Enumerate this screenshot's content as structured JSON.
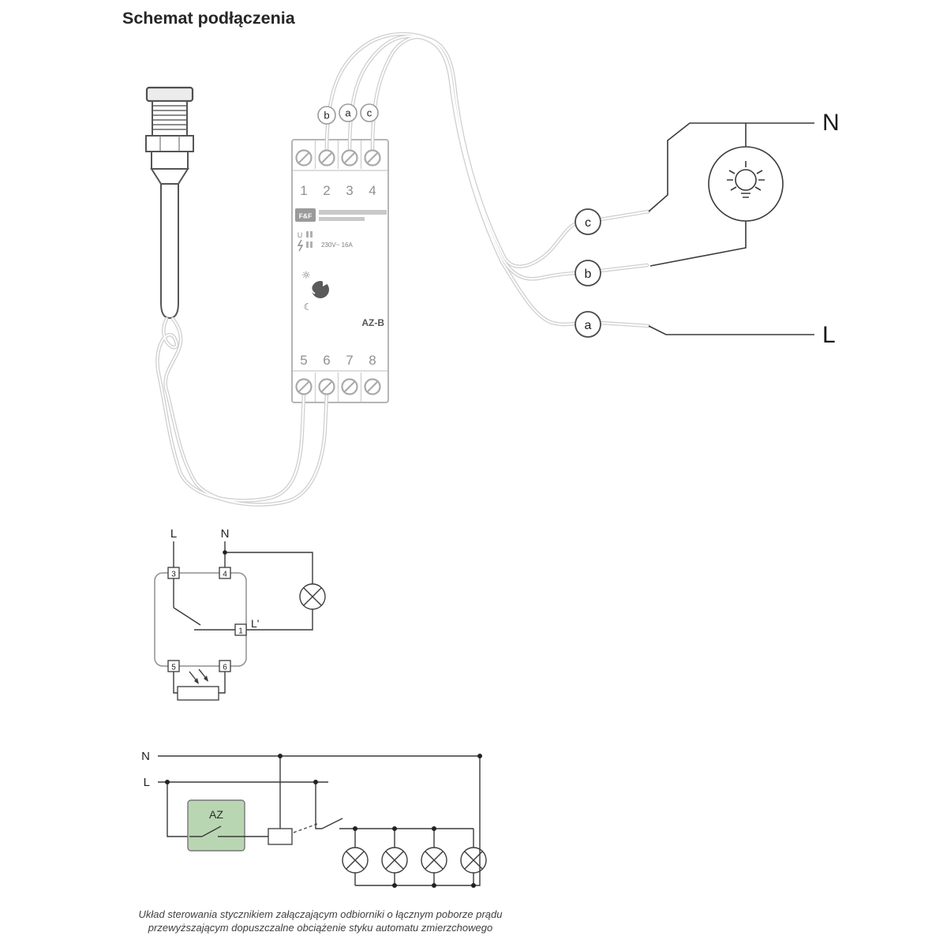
{
  "title": "Schemat podłączenia",
  "module": {
    "brand": "F&F",
    "model": "AZ-B",
    "rating": "230V~  16A",
    "u_label": "U",
    "top_terminals": [
      "1",
      "2",
      "3",
      "4"
    ],
    "bottom_terminals": [
      "5",
      "6",
      "7",
      "8"
    ],
    "wire_markers": [
      "b",
      "a",
      "c"
    ]
  },
  "icons": {
    "sun": "☼",
    "moon": "☾"
  },
  "wire_tags": {
    "top": "c",
    "middle": "b",
    "bottom": "a"
  },
  "mains": {
    "n": "N",
    "l": "L"
  },
  "schematic": {
    "l": "L",
    "n": "N",
    "l_prime": "L'",
    "t1": "1",
    "t3": "3",
    "t4": "4",
    "t5": "5",
    "t6": "6"
  },
  "contactor": {
    "n": "N",
    "l": "L",
    "az": "AZ"
  },
  "caption": {
    "line1": "Układ sterowania stycznikiem załączającym odbiorniki o łącznym poborze prądu",
    "line2": "przewyższającym dopuszczalne obciążenie styku automatu zmierzchowego"
  },
  "colors": {
    "wire": "#cfcfcf",
    "line": "#3a3a3a",
    "az_fill": "#b9d6b2",
    "module_stroke": "#b5b5b5"
  }
}
